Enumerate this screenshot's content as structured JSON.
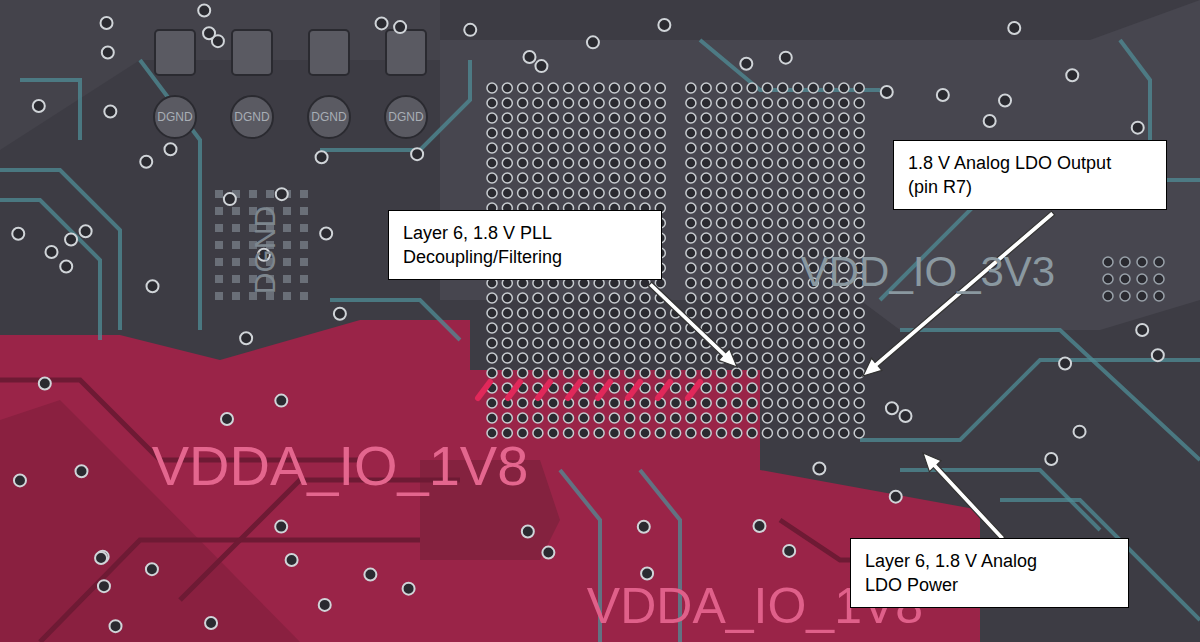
{
  "diagram": {
    "nodes": [
      {
        "text": [
          "Layer 6, 1.8 V PLL Decoupling/Filtering"
        ]
      },
      {
        "text": [
          "1.8 V Analog LDO Output (pin R7)"
        ]
      },
      {
        "text": [
          "Layer 6, 1.8 V Analog LDO Power"
        ]
      }
    ],
    "labels": [
      "DGND",
      "DGND",
      "DGND",
      "DGND",
      "DGND",
      "VDD_IO_3V3",
      "VDDA_IO_1V8",
      "VDDA_IO_1V8"
    ]
  }
}
